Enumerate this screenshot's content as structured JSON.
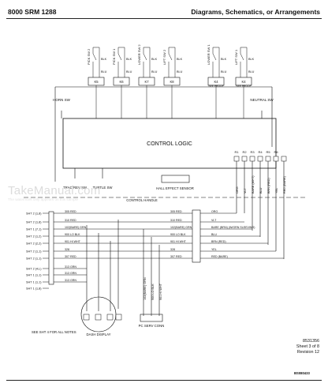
{
  "header": {
    "left": "8000 SRM 1288",
    "right": "Diagrams, Schematics, or Arrangements"
  },
  "watermark": {
    "main": "TakeManual.com",
    "sub": "The watermark only appears on this sample"
  },
  "top_switches": [
    {
      "label": "PICK SW 2",
      "k": "K5"
    },
    {
      "label": "PICK SW 1",
      "k": "K6"
    },
    {
      "label": "LOWER SW 2",
      "k": "K7"
    },
    {
      "label": "LIFT SW 2",
      "k": "K8"
    },
    {
      "label": "LOWER SW 1",
      "k": "K4",
      "note": "SEE PROOF"
    },
    {
      "label": "LIFT SW 1",
      "k": "K4",
      "note": "SEE PROOF"
    }
  ],
  "wire_blk": "BLK",
  "wire_blu": "BLU",
  "horn_sw": "HORN SW",
  "neutral_sw": "NEUTRAL SW",
  "control_logic": "CONTROL LOGIC",
  "relay_labels": [
    "R1",
    "R2",
    "R3",
    "R4",
    "R5",
    "R6"
  ],
  "relay_wires": [
    "ORG",
    "VLT",
    "BARE (WHT)",
    "BLU",
    "BRN (RED)",
    "YEL",
    "RED (BARE)"
  ],
  "trac_rev_sw": "TRAC/REV SW",
  "turtle_sw": "TURTLE SW",
  "hall_sensor": "HALL EFFECT SENSOR",
  "control_handle": "CONTROL HANDLE",
  "sheet_refs": [
    "SHT 2 (1,8)",
    "SHT 2 (1,8)",
    "SHT 1 (7,1)",
    "SHT 2 (1,2)",
    "SHT 2 (2,2)",
    "SHT 2 (1,1)",
    "SHT 2 (1,1)",
    "SHT 2 (4,L)",
    "SHT 1 (1,1)",
    "SHT 1 (1,1)",
    "SHT 1 (1,8)"
  ],
  "left_wires": [
    "305 RED",
    "310 RED",
    "102(BARE) GRN",
    "900 LO BLK",
    "901 HI WHT",
    "328",
    "307 RED",
    "313 GRN",
    "313 GRN",
    "313 GRN"
  ],
  "right_wires": [
    "305 RED",
    "310 RED",
    "102(BARE) GRN",
    "900 LO BLK",
    "901 HI WHT",
    "328",
    "307 RED"
  ],
  "right_colors": [
    "ORG",
    "VLT",
    "BARE (BRN) (W/GRN SLEEVING)",
    "BLU",
    "BRN (RED)",
    "YEL",
    "RED (BARE)"
  ],
  "vertical_wires": [
    "102(BARE) GRN",
    "900 LO BLK",
    "901 HI WHT"
  ],
  "dash_display": "DASH DISPLAY",
  "pc_serv_conn": "PC SERV CONN",
  "note": "SEE SHT 4 FOR ALL NOTES",
  "refs": [
    "8531356",
    "Sheet 3 of 8",
    "Revision 12"
  ],
  "figure_no": "BS080433"
}
